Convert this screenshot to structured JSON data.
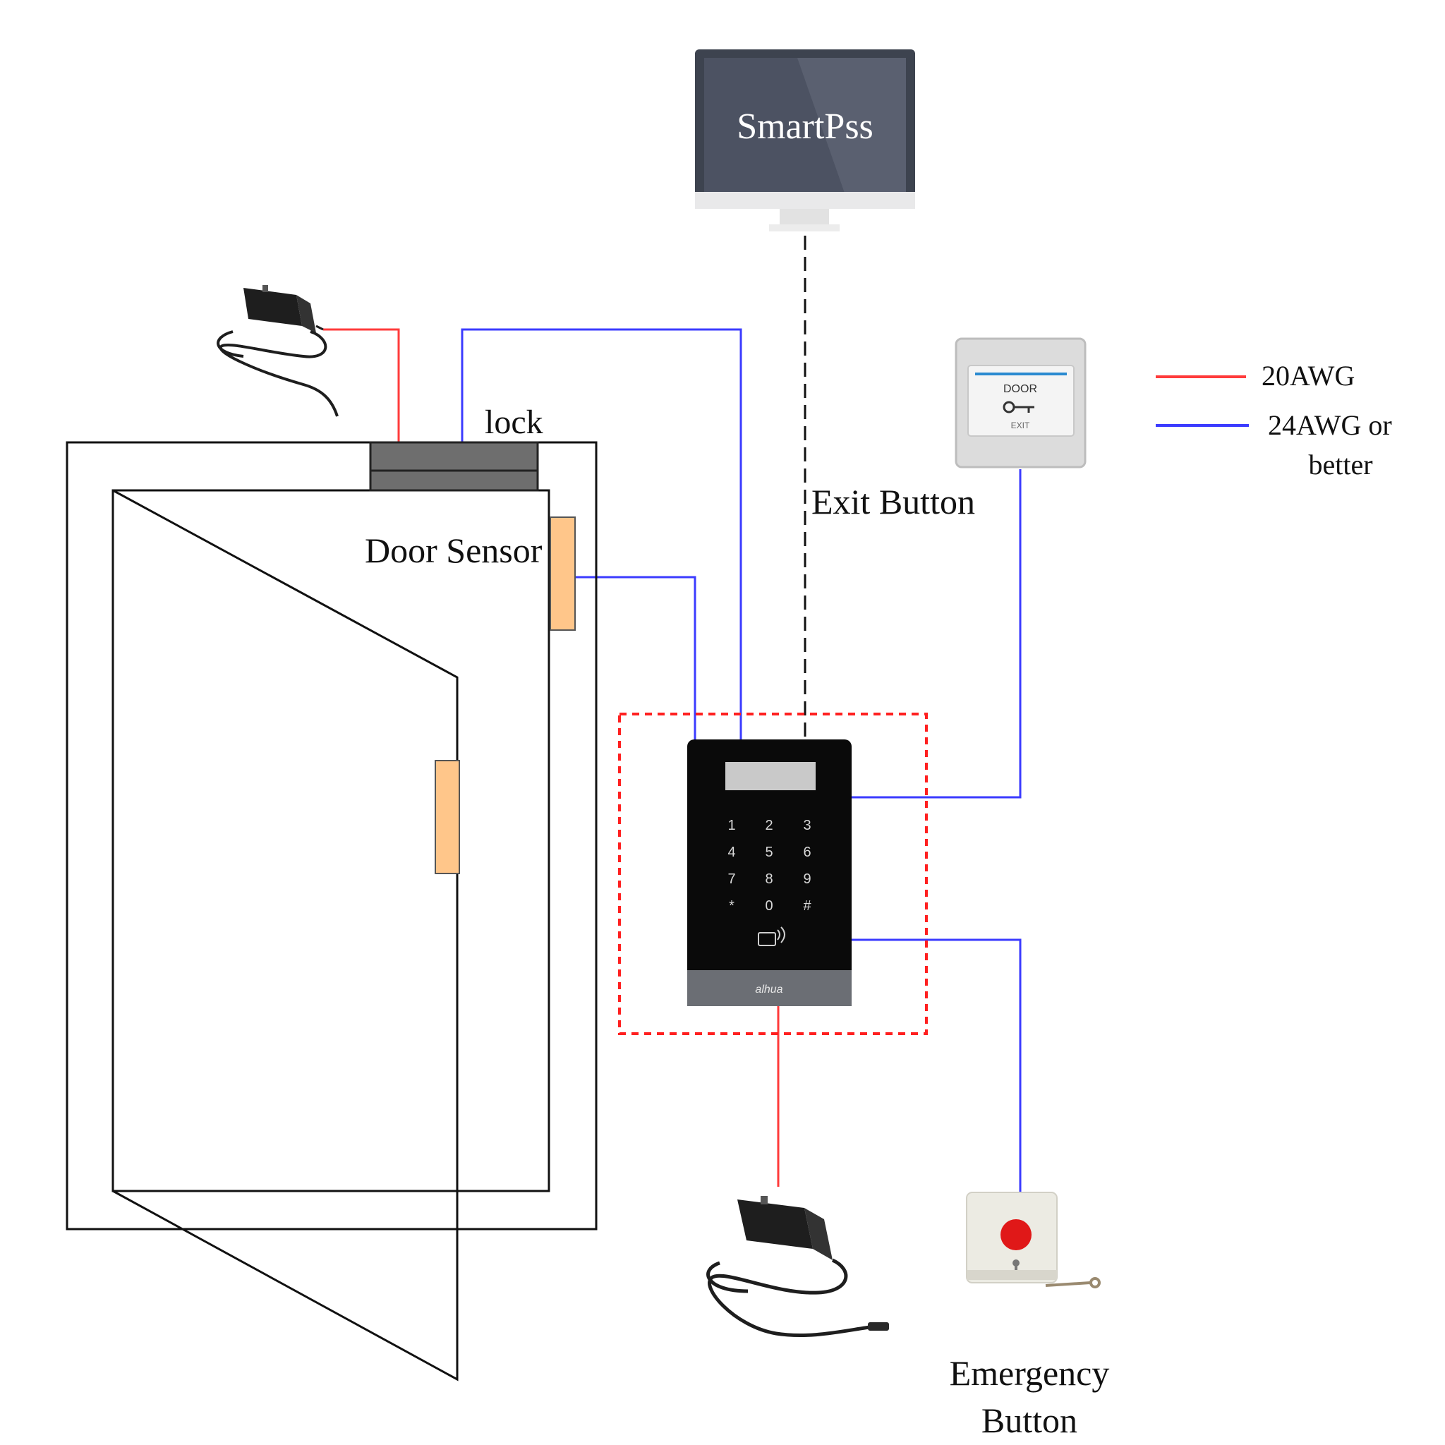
{
  "computer": {
    "screen_text": "SmartPss"
  },
  "labels": {
    "lock": "lock",
    "door_sensor": "Door Sensor",
    "exit_button": "Exit Button",
    "emergency_button_line1": "Emergency",
    "emergency_button_line2": "Button"
  },
  "legend": {
    "items": [
      {
        "label": "20AWG",
        "color": "#ff3b3b"
      },
      {
        "label_line1": "24AWG or",
        "label_line2": "better",
        "color": "#3b3bff"
      }
    ]
  },
  "exit_button_device": {
    "face_text": "DOOR",
    "sub_text": "EXIT"
  },
  "keypad": {
    "keys": [
      "1",
      "2",
      "3",
      "4",
      "5",
      "6",
      "7",
      "8",
      "9",
      "*",
      "0",
      "#"
    ],
    "brand": "alhua"
  },
  "colors": {
    "power_wire": "#ff3b3b",
    "signal_wire": "#3b3bff",
    "network_link": "#111111",
    "controller_boundary": "#ff2020",
    "sensor_fill": "#ffc68a",
    "lock_fill": "#6e6e6e",
    "monitor_screen": "#4a5060",
    "keypad_body": "#0a0a0a",
    "emergency_red": "#e01818"
  }
}
